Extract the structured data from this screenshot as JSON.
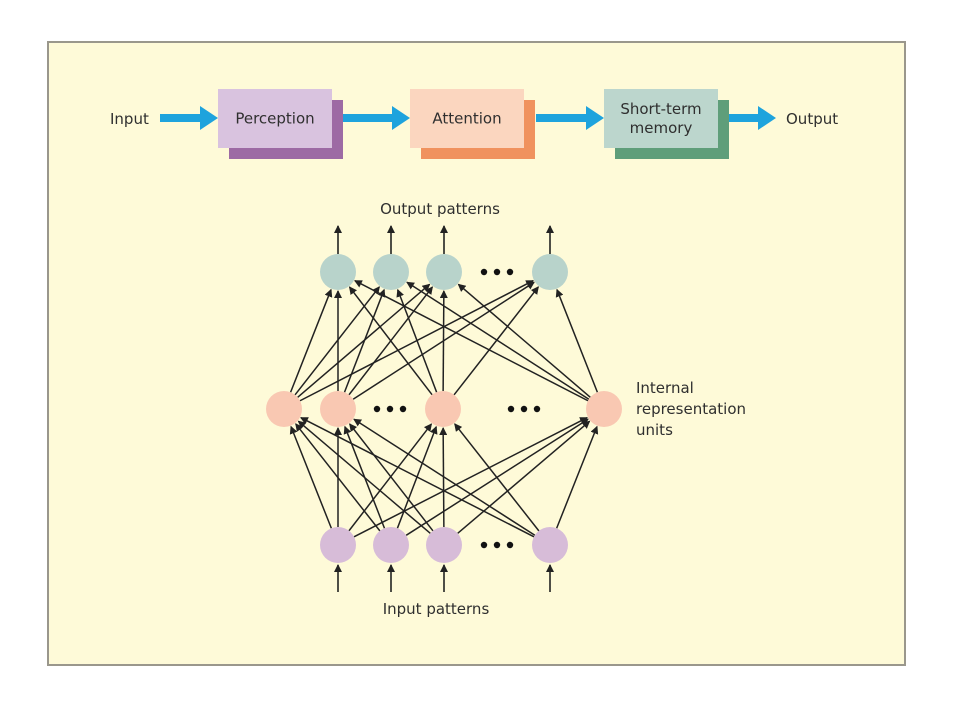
{
  "pipeline": {
    "input_label": "Input",
    "output_label": "Output",
    "stages": [
      {
        "id": "perception",
        "lines": [
          "Perception"
        ],
        "face": "#d9c3df",
        "shadow": "#9d6aa4"
      },
      {
        "id": "attention",
        "lines": [
          "Attention"
        ],
        "face": "#fbd6bf",
        "shadow": "#f0925e"
      },
      {
        "id": "short-term-memory",
        "lines": [
          "Short-term",
          "memory"
        ],
        "face": "#bcd6cd",
        "shadow": "#5f9e7a"
      }
    ],
    "arrow_color": "#1ea3dd"
  },
  "network": {
    "output_label": "Output patterns",
    "input_label": "Input patterns",
    "hidden_label": [
      "Internal",
      "representation",
      "units"
    ],
    "layers": {
      "output": {
        "color": "#b8d3cb",
        "nodes": 4,
        "ellipsis_after": 2
      },
      "hidden": {
        "color": "#f9c8b2",
        "nodes": 4,
        "ellipsis_after": [
          1,
          2
        ]
      },
      "input": {
        "color": "#d7bcd8",
        "nodes": 4,
        "ellipsis_after": 2
      }
    },
    "ellipsis": "• • •"
  }
}
